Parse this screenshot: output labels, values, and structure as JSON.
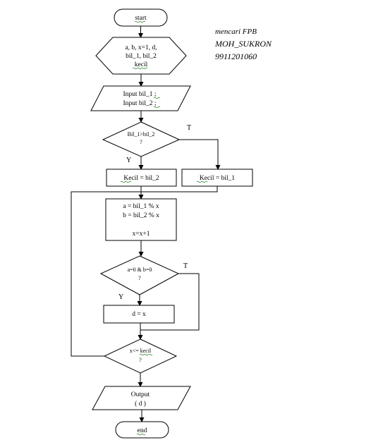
{
  "note": {
    "line1": "mencari FPB",
    "line2": "MOH_SUKRON",
    "line3": "9911201060"
  },
  "nodes": {
    "start": "start",
    "init_l1": "a, b, x=1, d,",
    "init_l2": "bil_1, bil_2",
    "init_l3": "kecil",
    "input_l1": "Input bil_1 ;",
    "input_l2": "Input bil_2 ;",
    "dec1_l1": "Bil_1>bil_2",
    "dec1_l2": "?",
    "kecil2": "Kecil = bil_2",
    "kecil1": "Kecil = bil_1",
    "proc_l1": "a = bil_1 % x",
    "proc_l2": "b = bil_2 % x",
    "proc_l3": "x=x+1",
    "dec2_l1": "a=0 & b=0",
    "dec2_l2": "?",
    "assign_d": "d = x",
    "dec3_l1": "x<= kecil",
    "dec3_l2": "?",
    "output_l1": "Output",
    "output_l2": "( d )",
    "end": "end"
  },
  "labels": {
    "dec1_yes": "Y",
    "dec1_no": "T",
    "dec2_yes": "Y",
    "dec2_no": "T"
  }
}
